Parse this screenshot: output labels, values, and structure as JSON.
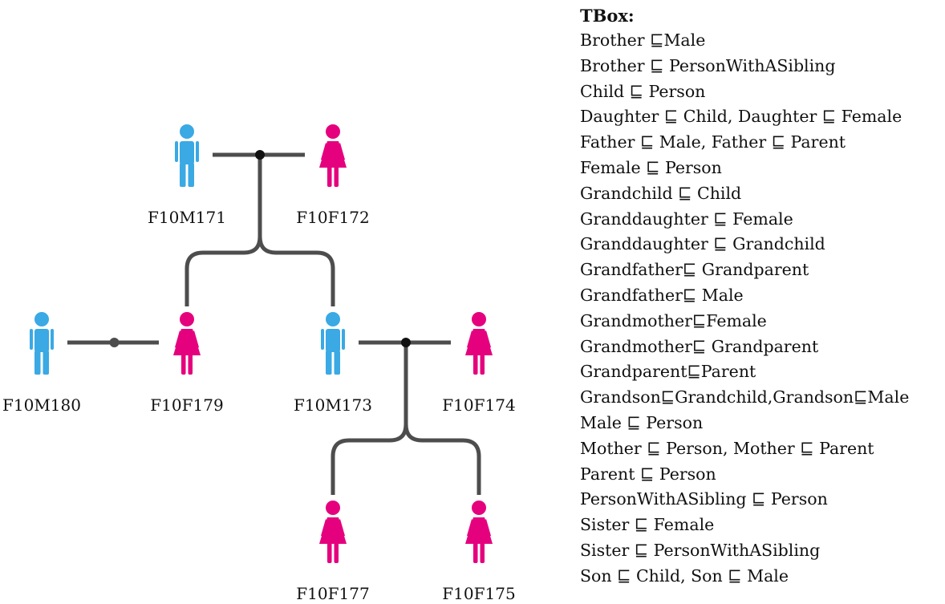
{
  "colors": {
    "male": "#3aa9e4",
    "female": "#e5007e",
    "line": "#4d4d4d",
    "node": "#111111"
  },
  "people": [
    {
      "id": "F10M171",
      "gender": "male"
    },
    {
      "id": "F10F172",
      "gender": "female"
    },
    {
      "id": "F10M180",
      "gender": "male"
    },
    {
      "id": "F10F179",
      "gender": "female"
    },
    {
      "id": "F10M173",
      "gender": "male"
    },
    {
      "id": "F10F174",
      "gender": "female"
    },
    {
      "id": "F10F177",
      "gender": "female"
    },
    {
      "id": "F10F175",
      "gender": "female"
    }
  ],
  "marriages": [
    {
      "a": "F10M171",
      "b": "F10F172",
      "children": [
        "F10F179",
        "F10M173"
      ]
    },
    {
      "a": "F10M180",
      "b": "F10F179",
      "children": []
    },
    {
      "a": "F10M173",
      "b": "F10F174",
      "children": [
        "F10F177",
        "F10F175"
      ]
    }
  ],
  "tbox": {
    "title": "TBox:",
    "axioms": [
      "Brother ⊑Male",
      "Brother ⊑ PersonWithASibling",
      "Child ⊑ Person",
      "Daughter ⊑ Child, Daughter ⊑ Female",
      "Father ⊑ Male, Father ⊑ Parent",
      "Female ⊑ Person",
      "Grandchild ⊑ Child",
      "Granddaughter ⊑ Female",
      "Granddaughter ⊑ Grandchild",
      "Grandfather⊑ Grandparent",
      "Grandfather⊑ Male",
      "Grandmother⊑Female",
      "Grandmother⊑ Grandparent",
      "Grandparent⊑Parent",
      "Grandson⊑Grandchild,Grandson⊑Male",
      "Male ⊑ Person",
      "Mother ⊑ Person, Mother ⊑ Parent",
      "Parent ⊑ Person",
      "PersonWithASibling ⊑ Person",
      "Sister ⊑ Female",
      "Sister ⊑ PersonWithASibling",
      "Son ⊑ Child, Son ⊑ Male"
    ]
  }
}
